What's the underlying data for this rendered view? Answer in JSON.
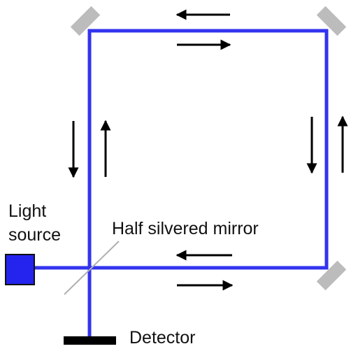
{
  "labels": {
    "light_source_line1": "Light",
    "light_source_line2": "source",
    "half_silvered_mirror": "Half silvered mirror",
    "detector": "Detector"
  },
  "colors": {
    "beam": "#3333ee",
    "mirror": "#bcbcbc",
    "arrow": "#000000",
    "source_fill": "#2424ee",
    "source_stroke": "#111111",
    "detector": "#000000",
    "splitter": "#b0b0b0"
  },
  "beam_path": [
    "light-source",
    "half-silvered-mirror",
    "mirror-bottom-right",
    "mirror-top-right",
    "mirror-top-left",
    "half-silvered-mirror",
    "detector"
  ],
  "arrows": [
    {
      "segment": "top",
      "direction": "left"
    },
    {
      "segment": "top",
      "direction": "right"
    },
    {
      "segment": "left",
      "direction": "down"
    },
    {
      "segment": "left",
      "direction": "up"
    },
    {
      "segment": "right",
      "direction": "down"
    },
    {
      "segment": "right",
      "direction": "up"
    },
    {
      "segment": "bottom",
      "direction": "left"
    },
    {
      "segment": "bottom",
      "direction": "right"
    }
  ]
}
